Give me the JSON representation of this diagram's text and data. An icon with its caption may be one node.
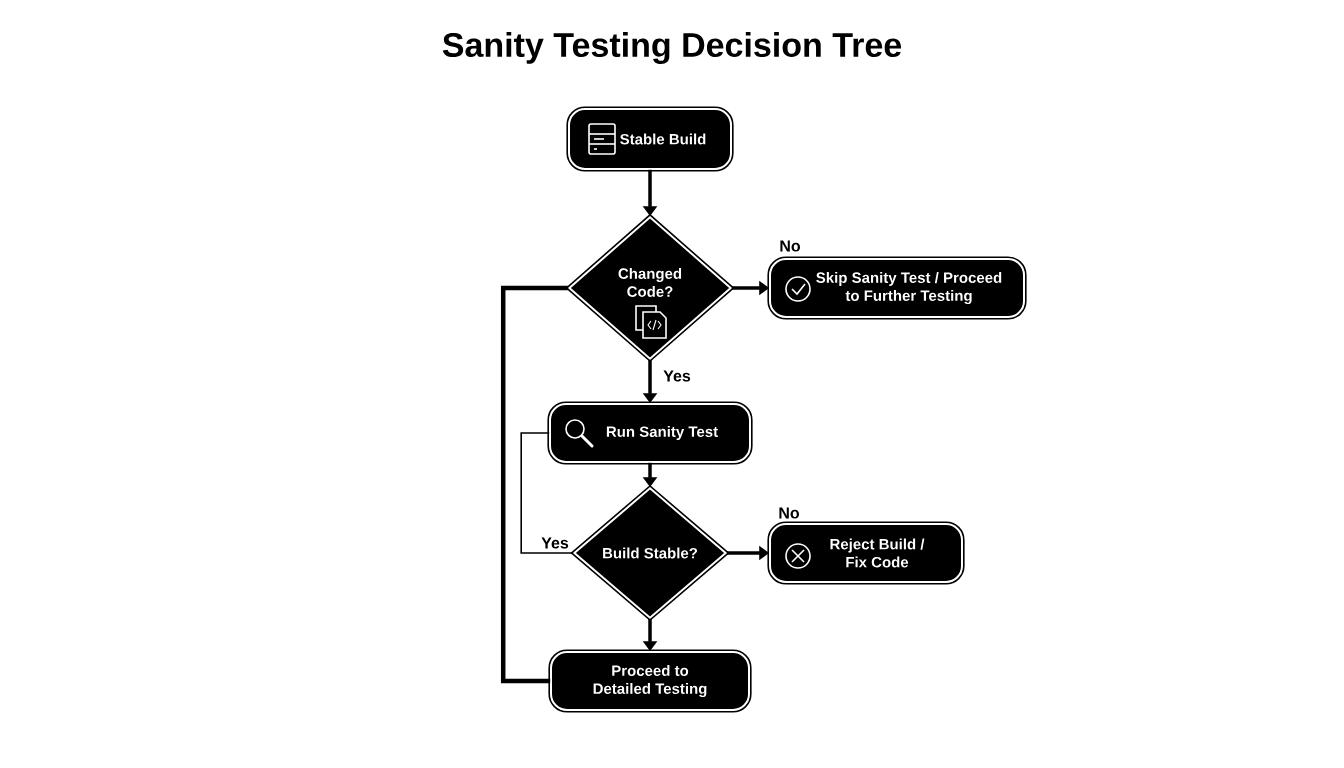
{
  "diagram": {
    "title": "Sanity Testing Decision Tree",
    "nodes": [
      {
        "text": [
          "Stable Build"
        ]
      },
      {
        "text": [
          "Changed Code?"
        ]
      },
      {
        "text": [
          "Skip Sanity Test / Proceed to Further Testing"
        ]
      },
      {
        "text": [
          "Run Sanity Test"
        ]
      },
      {
        "text": [
          "Build Stable?"
        ]
      },
      {
        "text": [
          "Reject Build / Fix Code"
        ]
      },
      {
        "text": [
          "Proceed to Detailed Testing"
        ]
      }
    ],
    "edges": [
      {
        "from": 0,
        "to": 1,
        "arrow": "to"
      },
      {
        "from": 1,
        "to": 2,
        "arrow": "to",
        "label": "No"
      },
      {
        "from": 1,
        "to": 3,
        "arrow": "to",
        "label": "Yes"
      },
      {
        "from": 3,
        "to": 4,
        "arrow": "to"
      },
      {
        "from": 4,
        "to": 5,
        "arrow": "to",
        "label": "No"
      },
      {
        "from": 4,
        "to": 6,
        "arrow": "to"
      },
      {
        "from": 4,
        "to": 3,
        "arrow": "none",
        "label": "Yes"
      },
      {
        "from": 1,
        "to": 6,
        "arrow": "none"
      }
    ]
  }
}
